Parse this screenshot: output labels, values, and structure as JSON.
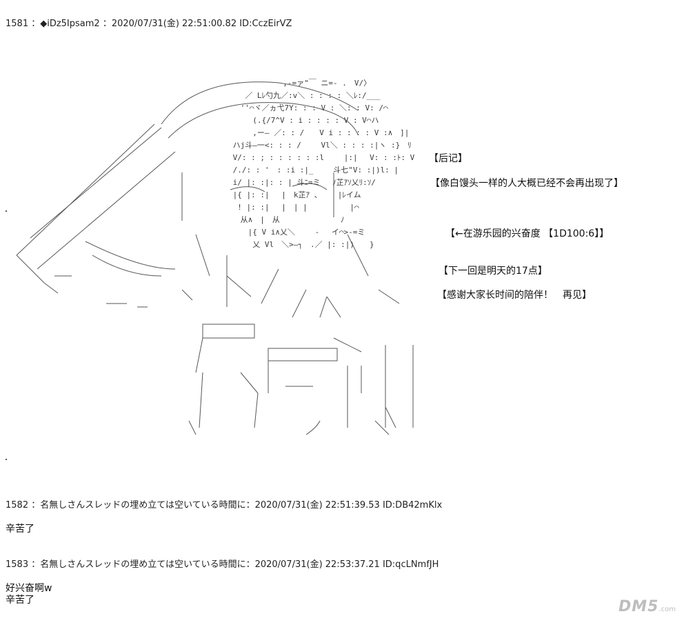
{
  "posts": [
    {
      "header": "1581 ：◆iDz5Ipsam2 ：2020/07/31(金) 22:51:00.82 ID:CczEirVZ"
    },
    {
      "header": "1582 ：名無しさんスレッドの埋め立ては空いている時間に：2020/07/31(金) 22:51:39.53 ID:DB42mKlx",
      "body": [
        "辛苦了"
      ]
    },
    {
      "header": "1583 ：名無しさんスレッドの埋め立ては空いている時間に：2020/07/31(金) 22:53:37.21 ID:qcLNmfJH",
      "body": [
        "好兴奋啊w",
        "辛苦了"
      ]
    }
  ],
  "notes": {
    "title": "【后记】",
    "line1": "【像白馒头一样的人大概已经不会再出现了】",
    "line2": "【←在游乐园的兴奋度 【1D100:6】】",
    "line3": "【下一回是明天的17点】",
    "line4": "【感谢大家长时间的陪伴！　再见】"
  },
  "art_text": " 　　　　　　　 ,-=ァ\"￣ ニ=- .　V/〉\n 　　 ／ Lﾚ勺九／:v＼ : : : : ＼ﾚ:/___\n 　　''⌒ヾ／ヵ弋7Y: : : V : ＼: : V: /⌒\n 　　　 (.{/7^V : i : : : : V : V⌒ハ\n 　　　 ,ー― ／: : /　　V i : : : : V :∧　]|\n 　ハj斗―一<: : : /　　 Vl＼ : : : :|ヽ :}　ﾘ\n 　V/: : ; : : : : : :l　　 |:|　 V: : :ﾄ: V\n 　/./: : '　: :i :|_　　 斗七\"V: :|)l: |\n 　i/ |: :|: : | 斗ﾆ=ミ 　ﾉ芷ｱｿ乂ﾘ:ｿ/\n 　|{ |: :|　 |　k芷ｱ 、　　 |ﾚイム\n 　 ! |: :|　 |　| |　　　　　 |⌒\n 　　从∧　|　从　　　　　　　　ﾉ\n 　　　|{ V i∧乂＼　　 -　 イ⌒>-=ミ\n 　　　 乂 Vl　＼>―┐　.／ |: :|)　　}",
  "watermark": {
    "main": "DM5",
    "sub": ".com"
  }
}
